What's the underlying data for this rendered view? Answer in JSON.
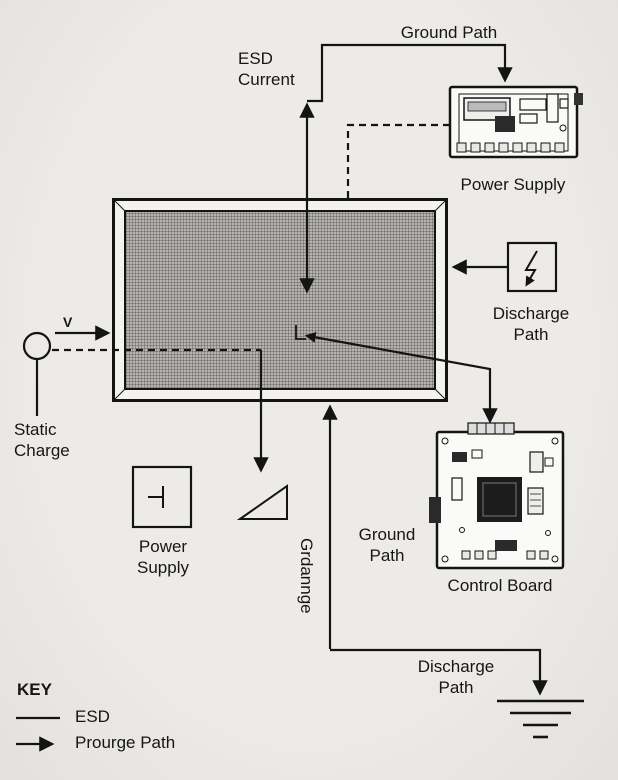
{
  "colors": {
    "background": "#ebe9e6",
    "line": "#141414",
    "screen_mesh": "#b6b4b0",
    "board_fill": "#fafaf8"
  },
  "labels": {
    "ground_path_top": "Ground Path",
    "esd_current_line1": "ESD",
    "esd_current_line2": "Current",
    "power_supply_top": "Power Supply",
    "discharge_path_right_line1": "Discharge",
    "discharge_path_right_line2": "Path",
    "v_arrow": "V",
    "static_charge_line1": "Static",
    "static_charge_line2": "Charge",
    "power_supply_bottom_line1": "Power",
    "power_supply_bottom_line2": "Supply",
    "ground_path_mid_line1": "Ground",
    "ground_path_mid_line2": "Path",
    "grounding_vertical": "Grdannge",
    "control_board": "Control Board",
    "discharge_path_bottom_line1": "Discharge",
    "discharge_path_bottom_line2": "Path"
  },
  "key": {
    "title": "KEY",
    "items": [
      {
        "label": "ESD",
        "symbol": "line"
      },
      {
        "label": "Prourge Path",
        "symbol": "arrow"
      }
    ]
  }
}
